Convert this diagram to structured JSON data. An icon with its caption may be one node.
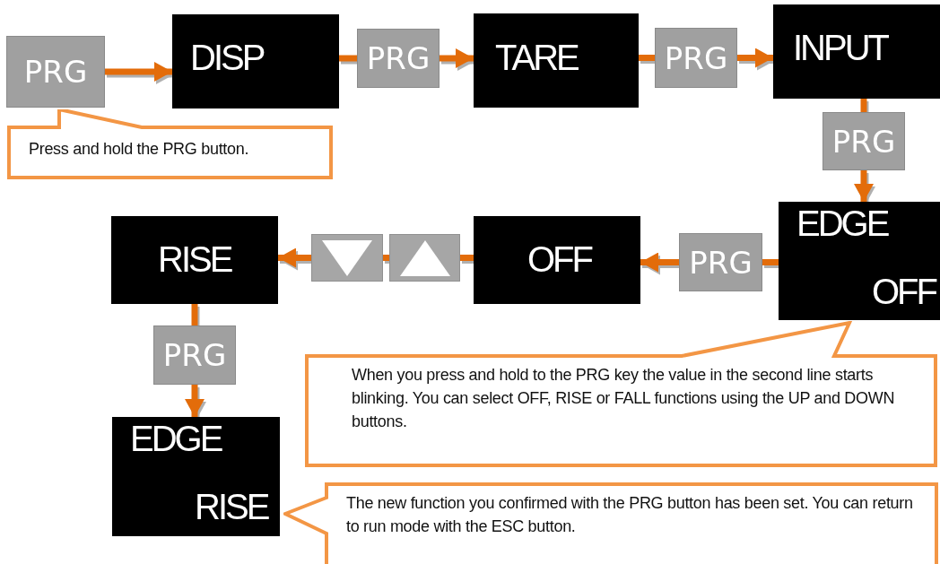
{
  "diagram": {
    "nodes": [
      {
        "text": [
          "PRG"
        ]
      },
      {
        "text": [
          "DISP"
        ]
      },
      {
        "text": [
          "PRG"
        ]
      },
      {
        "text": [
          "TARE"
        ]
      },
      {
        "text": [
          "PRG"
        ]
      },
      {
        "text": [
          "INPUT"
        ]
      },
      {
        "text": [
          "PRG"
        ]
      },
      {
        "text": [
          "EDGE",
          "OFF"
        ]
      },
      {
        "text": [
          "PRG"
        ]
      },
      {
        "text": [
          "OFF"
        ]
      },
      {
        "text": [],
        "shape": "box"
      },
      {
        "text": [],
        "shape": "box"
      },
      {
        "text": [
          "RISE"
        ]
      },
      {
        "text": [
          "PRG"
        ]
      },
      {
        "text": [
          "EDGE",
          "RISE"
        ]
      },
      {
        "text": [
          "Press and hold the PRG button."
        ]
      },
      {
        "text": [
          "When you press and hold to the PRG key the value in the second line starts blinking. You can select OFF, RISE or FALL functions using the UP and DOWN buttons."
        ]
      },
      {
        "text": [
          "The new function you confirmed with the PRG button has been set. You can return to run mode with the ESC button."
        ]
      }
    ],
    "edges": [
      {
        "from": 0,
        "to": 1,
        "arrow": "to"
      },
      {
        "from": 1,
        "to": 2,
        "arrow": "none"
      },
      {
        "from": 2,
        "to": 3,
        "arrow": "to"
      },
      {
        "from": 3,
        "to": 4,
        "arrow": "none"
      },
      {
        "from": 4,
        "to": 5,
        "arrow": "to"
      },
      {
        "from": 5,
        "to": 6,
        "arrow": "none"
      },
      {
        "from": 6,
        "to": 7,
        "arrow": "to"
      },
      {
        "from": 7,
        "to": 8,
        "arrow": "none"
      },
      {
        "from": 8,
        "to": 9,
        "arrow": "to"
      },
      {
        "from": 9,
        "to": 11,
        "arrow": "none"
      },
      {
        "from": 11,
        "to": 10,
        "arrow": "none"
      },
      {
        "from": 10,
        "to": 12,
        "arrow": "to"
      },
      {
        "from": 12,
        "to": 13,
        "arrow": "none"
      },
      {
        "from": 13,
        "to": 14,
        "arrow": "to"
      }
    ]
  }
}
